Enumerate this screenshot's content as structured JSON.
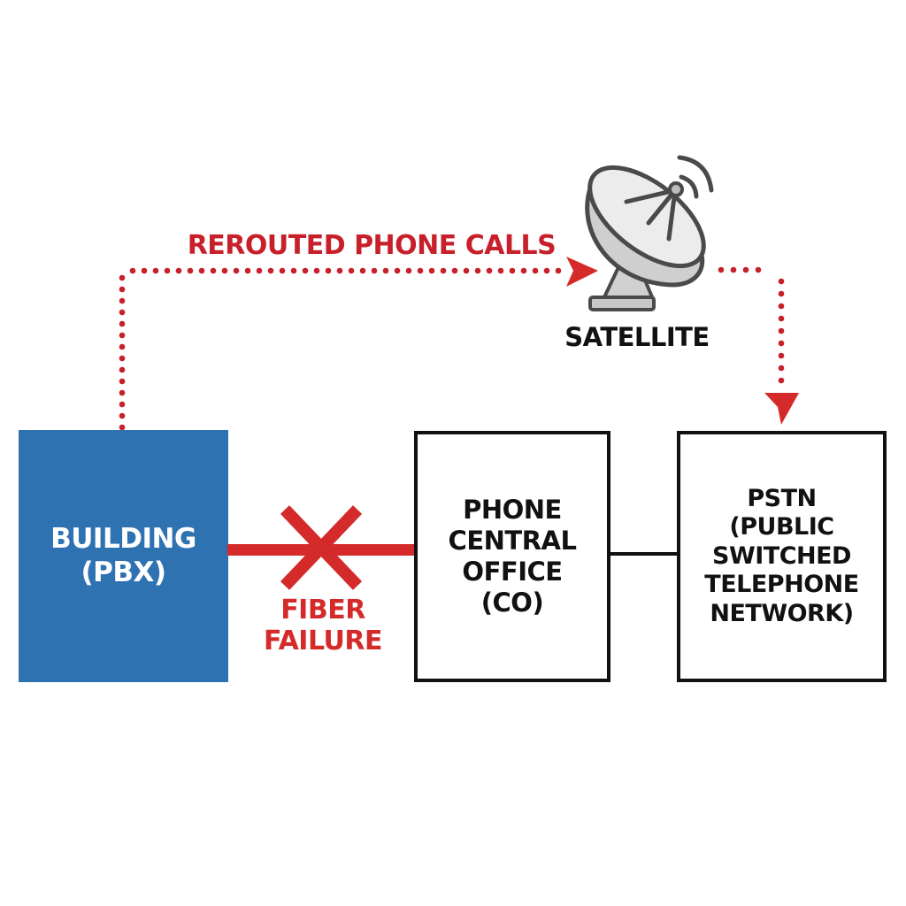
{
  "colors": {
    "building_fill": "#2f72b2",
    "failure_red": "#d42a2a",
    "route_red": "#c8202a",
    "box_border": "#111111",
    "dish_gray": "#d8d8d8",
    "dish_outline": "#4a4a4a"
  },
  "route": {
    "label": "REROUTED PHONE CALLS",
    "path_style": "dotted",
    "arrow_icon": "arrow-right-icon",
    "down_arrow_icon": "arrow-down-icon"
  },
  "satellite": {
    "label": "SATELLITE",
    "icon": "satellite-dish-icon"
  },
  "nodes": [
    {
      "id": "building",
      "label": "BUILDING\n(PBX)"
    },
    {
      "id": "central_office",
      "label": "PHONE\nCENTRAL\nOFFICE\n(CO)"
    },
    {
      "id": "pstn",
      "label": "PSTN\n(PUBLIC\nSWITCHED\nTELEPHONE\nNETWORK)"
    }
  ],
  "failure": {
    "label_line1": "FIBER",
    "label_line2": "FAILURE",
    "icon": "x-mark-icon"
  }
}
